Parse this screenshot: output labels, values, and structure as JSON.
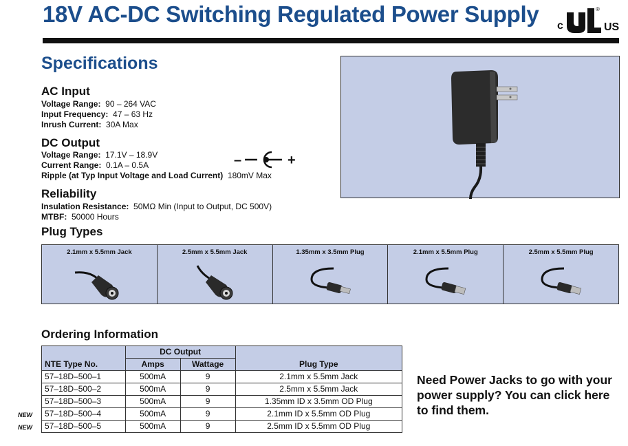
{
  "header": {
    "title": "18V AC-DC Switching Regulated Power Supply",
    "cert_c": "c",
    "cert_us": "US",
    "cert_r": "®"
  },
  "specs": {
    "heading": "Specifications",
    "ac_input": {
      "heading": "AC Input",
      "lines": [
        {
          "label": "Voltage Range:",
          "value": "90 – 264 VAC"
        },
        {
          "label": "Input Frequency:",
          "value": "47 – 63 Hz"
        },
        {
          "label": "Inrush Current:",
          "value": "30A Max"
        }
      ]
    },
    "dc_output": {
      "heading": "DC Output",
      "lines": [
        {
          "label": "Voltage Range:",
          "value": "17.1V – 18.9V"
        },
        {
          "label": "Current Range:",
          "value": "0.1A – 0.5A"
        },
        {
          "label": "Ripple (at Typ Input Voltage and Load Current)",
          "value": "180mV Max"
        }
      ],
      "polarity_minus": "–",
      "polarity_plus": "+"
    },
    "reliability": {
      "heading": "Reliability",
      "lines": [
        {
          "label": "Insulation Resistance:",
          "value": "50MΩ Min (Input to Output, DC 500V)"
        },
        {
          "label": "MTBF:",
          "value": "50000 Hours"
        }
      ]
    }
  },
  "plug_types": {
    "heading": "Plug Types",
    "items": [
      {
        "label": "2.1mm x 5.5mm Jack",
        "kind": "jack"
      },
      {
        "label": "2.5mm x 5.5mm Jack",
        "kind": "jack"
      },
      {
        "label": "1.35mm x 3.5mm Plug",
        "kind": "plug"
      },
      {
        "label": "2.1mm x 5.5mm Plug",
        "kind": "plug"
      },
      {
        "label": "2.5mm x 5.5mm Plug",
        "kind": "plug"
      }
    ]
  },
  "ordering": {
    "heading": "Ordering Information",
    "group_header": "DC Output",
    "columns": [
      "NTE Type No.",
      "Amps",
      "Wattage",
      "Plug Type"
    ],
    "rows": [
      {
        "tag": "",
        "type_no": "57–18D–500–1",
        "amps": "500mA",
        "wattage": "9",
        "plug": "2.1mm x 5.5mm Jack"
      },
      {
        "tag": "",
        "type_no": "57–18D–500–2",
        "amps": "500mA",
        "wattage": "9",
        "plug": "2.5mm x 5.5mm Jack"
      },
      {
        "tag": "",
        "type_no": "57–18D–500–3",
        "amps": "500mA",
        "wattage": "9",
        "plug": "1.35mm ID x 3.5mm OD Plug"
      },
      {
        "tag": "NEW",
        "type_no": "57–18D–500–4",
        "amps": "500mA",
        "wattage": "9",
        "plug": "2.1mm ID x 5.5mm OD Plug"
      },
      {
        "tag": "NEW",
        "type_no": "57–18D–500–5",
        "amps": "500mA",
        "wattage": "9",
        "plug": "2.5mm ID x 5.5mm OD Plug"
      }
    ]
  },
  "promo": {
    "text": "Need Power Jacks to go with your power supply? You can click here to find them."
  },
  "colors": {
    "title_blue": "#1c4e8c",
    "panel_blue": "#c4cde6"
  }
}
